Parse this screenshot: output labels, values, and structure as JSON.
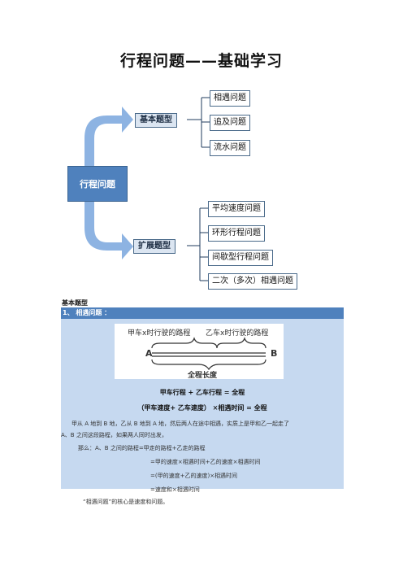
{
  "title": "行程问题——基础学习",
  "mindmap": {
    "root": "行程问题",
    "basic": {
      "label": "基本题型",
      "items": [
        "相遇问题",
        "追及问题",
        "流水问题"
      ]
    },
    "extended": {
      "label": "扩展题型",
      "items": [
        "平均速度问题",
        "环形行程问题",
        "间歇型行程问题",
        "二次（多次）相遇问题"
      ]
    }
  },
  "section_title": "基本题型",
  "panel": {
    "heading": "1、 相遇问题 ：",
    "diagram": {
      "label_a_path": "甲车x时行驶的路程",
      "label_b_path": "乙车x时行驶的路程",
      "point_a": "A",
      "point_b": "B",
      "total": "全程长度"
    },
    "formula1": "甲车行程 + 乙车行程 = 全程",
    "formula2": "（甲车速度+ 乙车速度） ×相遇时间 = 全程",
    "para1": "甲从 A 地到 B 地，乙从 B 地到 A 地，然后两人在途中相遇，实质上是甲和乙一起走了",
    "para1b": "A、B 之间这段路程，如果两人同时出发，",
    "line1": "那么：A、B 之间的路程=甲走的路程+乙走的路程",
    "line2": "=甲的速度×相遇时间+乙的速度×相遇时间",
    "line3": "=(甲的速度+乙的速度)×相遇时间",
    "line4": "=速度和×相遇时间",
    "closing": "“相遇问题”的核心是速度和问题。"
  },
  "colors": {
    "accent": "#4f81bd",
    "panel": "#c6d9f0",
    "arrow": "#8db3e2"
  }
}
